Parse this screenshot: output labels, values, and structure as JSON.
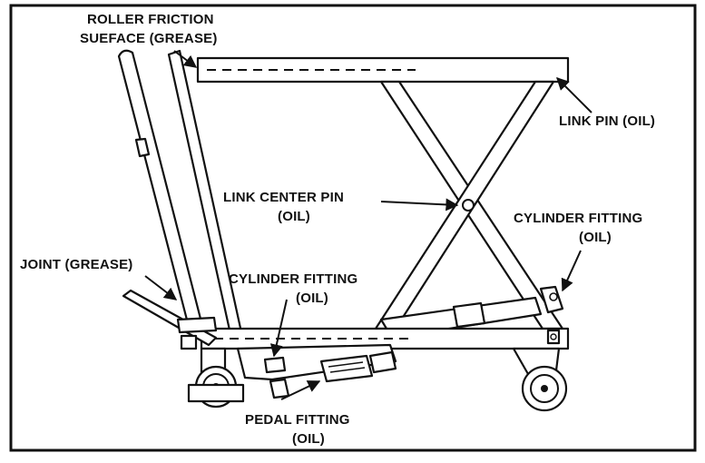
{
  "labels": {
    "roller_friction_l1": "ROLLER FRICTION",
    "roller_friction_l2": "SUEFACE (GREASE)",
    "link_pin": "LINK PIN (OIL)",
    "link_center_l1": "LINK CENTER PIN",
    "link_center_l2": "(OIL)",
    "cyl_right_l1": "CYLINDER FITTING",
    "cyl_right_l2": "(OIL)",
    "joint": "JOINT (GREASE)",
    "cyl_mid_l1": "CYLINDER FITTING",
    "cyl_mid_l2": "(OIL)",
    "pedal_l1": "PEDAL FITTING",
    "pedal_l2": "(OIL)"
  },
  "colors": {
    "ink": "#111111",
    "paper": "#ffffff"
  }
}
